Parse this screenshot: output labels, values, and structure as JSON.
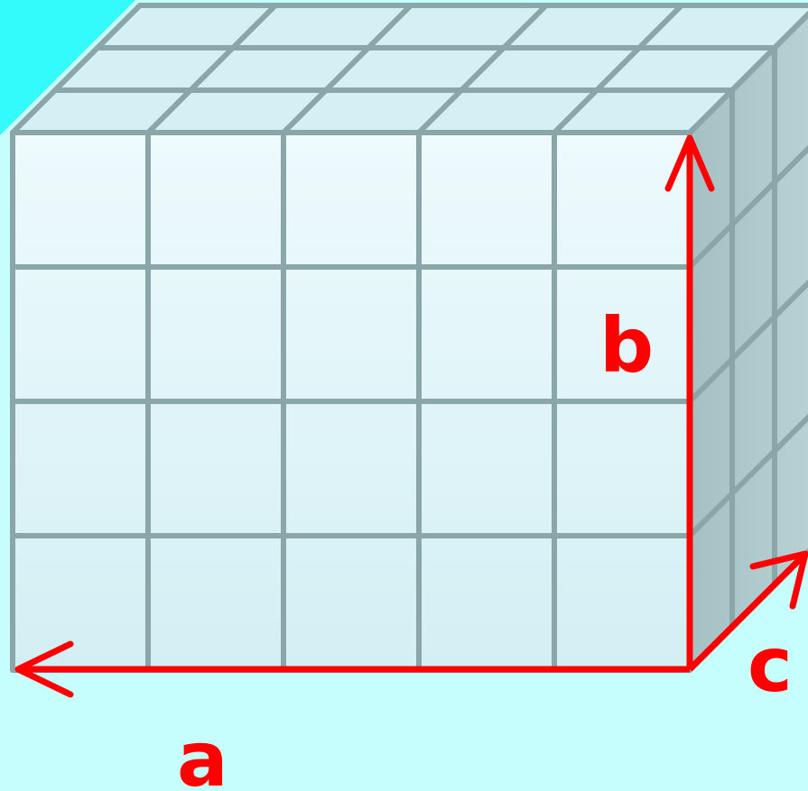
{
  "colors": {
    "background": "#c6fdfd",
    "corner_accent": "#33fbfb",
    "grid_line": "#8aa6a8",
    "front_face": "#dff4f7",
    "top_face": "#d4f0f4",
    "side_face": "#a9c4c7",
    "arrow": "#ff0000"
  },
  "cube": {
    "columns": 5,
    "rows": 4,
    "depth": 3
  },
  "labels": {
    "a": "a",
    "b": "b",
    "c": "c"
  }
}
